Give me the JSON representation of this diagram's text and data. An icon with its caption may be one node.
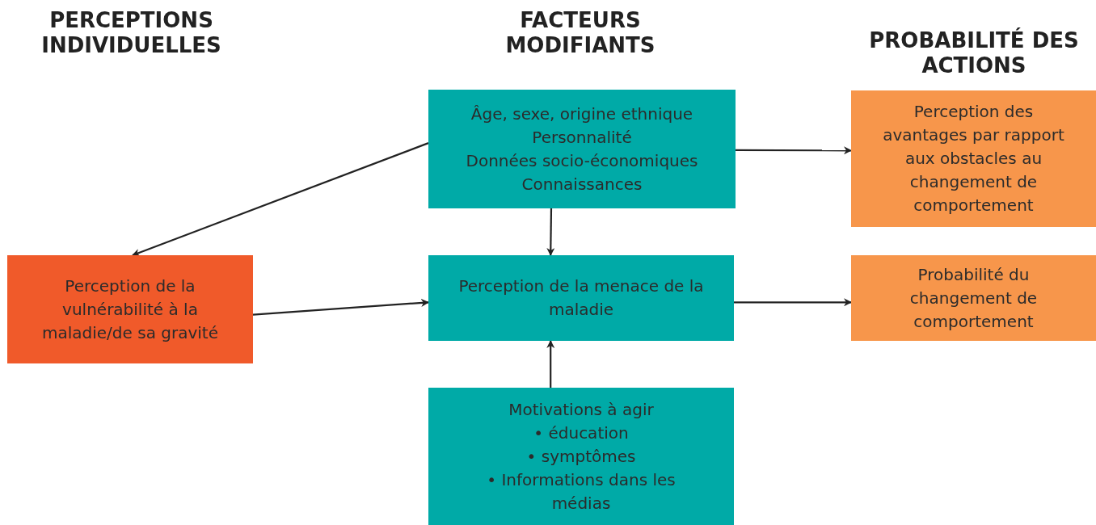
{
  "diagram": {
    "nodes": [
      {
        "text": [
          "Âge, sexe, origine ethnique",
          "Personnalité",
          "Données socio-économiques",
          "Connaissances"
        ]
      },
      {
        "text": [
          "Perception de la vulnérabilité à la maladie/de sa gravité"
        ]
      },
      {
        "text": [
          "Perception de la menace de la maladie"
        ]
      },
      {
        "text": [
          "Motivations à agir",
          "• éducation",
          "• symptômes",
          "• Informations dans les médias"
        ]
      },
      {
        "text": [
          "Perception des avantages par rapport aux obstacles au changement de comportement"
        ]
      },
      {
        "text": [
          "Probabilité du changement de comportement"
        ]
      }
    ],
    "edges": [
      {
        "from": 0,
        "to": 1,
        "arrow": "to"
      },
      {
        "from": 0,
        "to": 2,
        "arrow": "to"
      },
      {
        "from": 1,
        "to": 2,
        "arrow": "to"
      },
      {
        "from": 3,
        "to": 2,
        "arrow": "to"
      },
      {
        "from": 0,
        "to": 4,
        "arrow": "to"
      },
      {
        "from": 2,
        "to": 5,
        "arrow": "to"
      }
    ],
    "labels": [
      "PERCEPTIONS INDIVIDUELLES",
      "FACTEURS MODIFIANTS",
      "PROBABILITÉ DES ACTIONS"
    ]
  }
}
